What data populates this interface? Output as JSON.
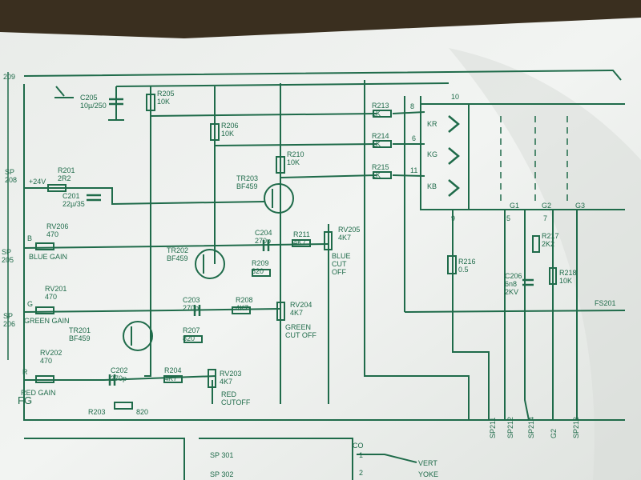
{
  "colors": {
    "ink": "#1f6b4a",
    "paper": "#eef0ee",
    "paper_shadow": "#c9cdc9",
    "background": "#3a2f1f"
  },
  "labels": {
    "fg": "FG",
    "sp208": "SP\n208",
    "sp205": "SP\n205",
    "sp206": "SP\n206",
    "v24": "+24V",
    "r209": "209",
    "c205": "C205\n10µ/250",
    "r205": "R205\n10K",
    "r206": "R206\n10K",
    "r210": "R210\n10K",
    "tr203": "TR203\nBF459",
    "r201": "R201\n2R2",
    "c201": "C201\n22µ/35",
    "rv206": "RV206\n470",
    "blue_gain": "BLUE GAIN",
    "b": "B",
    "c204": "C204\n270p",
    "r211": "R211\n4K7",
    "rv205": "RV205\n4K7",
    "blue_cut": "BLUE\nCUT\nOFF",
    "tr202": "TR202\nBF459",
    "r209b": "R209\n820",
    "rv201": "RV201\n470",
    "green_gain": "GREEN GAIN",
    "g": "G",
    "c203": "C203\n270p",
    "r208": "R208\n4K7",
    "rv204": "RV204\n4K7",
    "green_cut": "GREEN\nCUT OFF",
    "r207": "R207\n820",
    "tr201": "TR201\nBF459",
    "rv202": "RV202\n470",
    "red_gain": "RED GAIN",
    "r": "R",
    "c202": "C202\n270p",
    "r204": "R204\n4K7",
    "rv203": "RV203\n4K7",
    "red_cut": "RED\nCUTOFF",
    "r203": "R203",
    "r203v": "820",
    "r213": "R213\n1K",
    "r214": "R214\n1K",
    "r215": "R215\n1K",
    "kr": "KR",
    "kg": "KG",
    "kb": "KB",
    "p8": "8",
    "p10": "10",
    "p6": "6",
    "p11": "11",
    "p9": "9",
    "p5": "5",
    "p7": "7",
    "g1": "G1",
    "g2": "G2",
    "g3": "G3",
    "r217": "R217\n2K2",
    "c206": "C206\n6n8\n2KV",
    "r218": "R218\n10K",
    "r216": "R216\n0.5",
    "fs201": "FS201",
    "sp211": "SP211",
    "sp212": "SP212",
    "sp214": "SP214",
    "g2b": "G2",
    "sp213": "SP213",
    "sp301": "SP 301",
    "sp302": "SP 302",
    "co": "CO",
    "vert": "VERT",
    "yoke": "YOKE",
    "p1": "1",
    "p2": "2"
  }
}
